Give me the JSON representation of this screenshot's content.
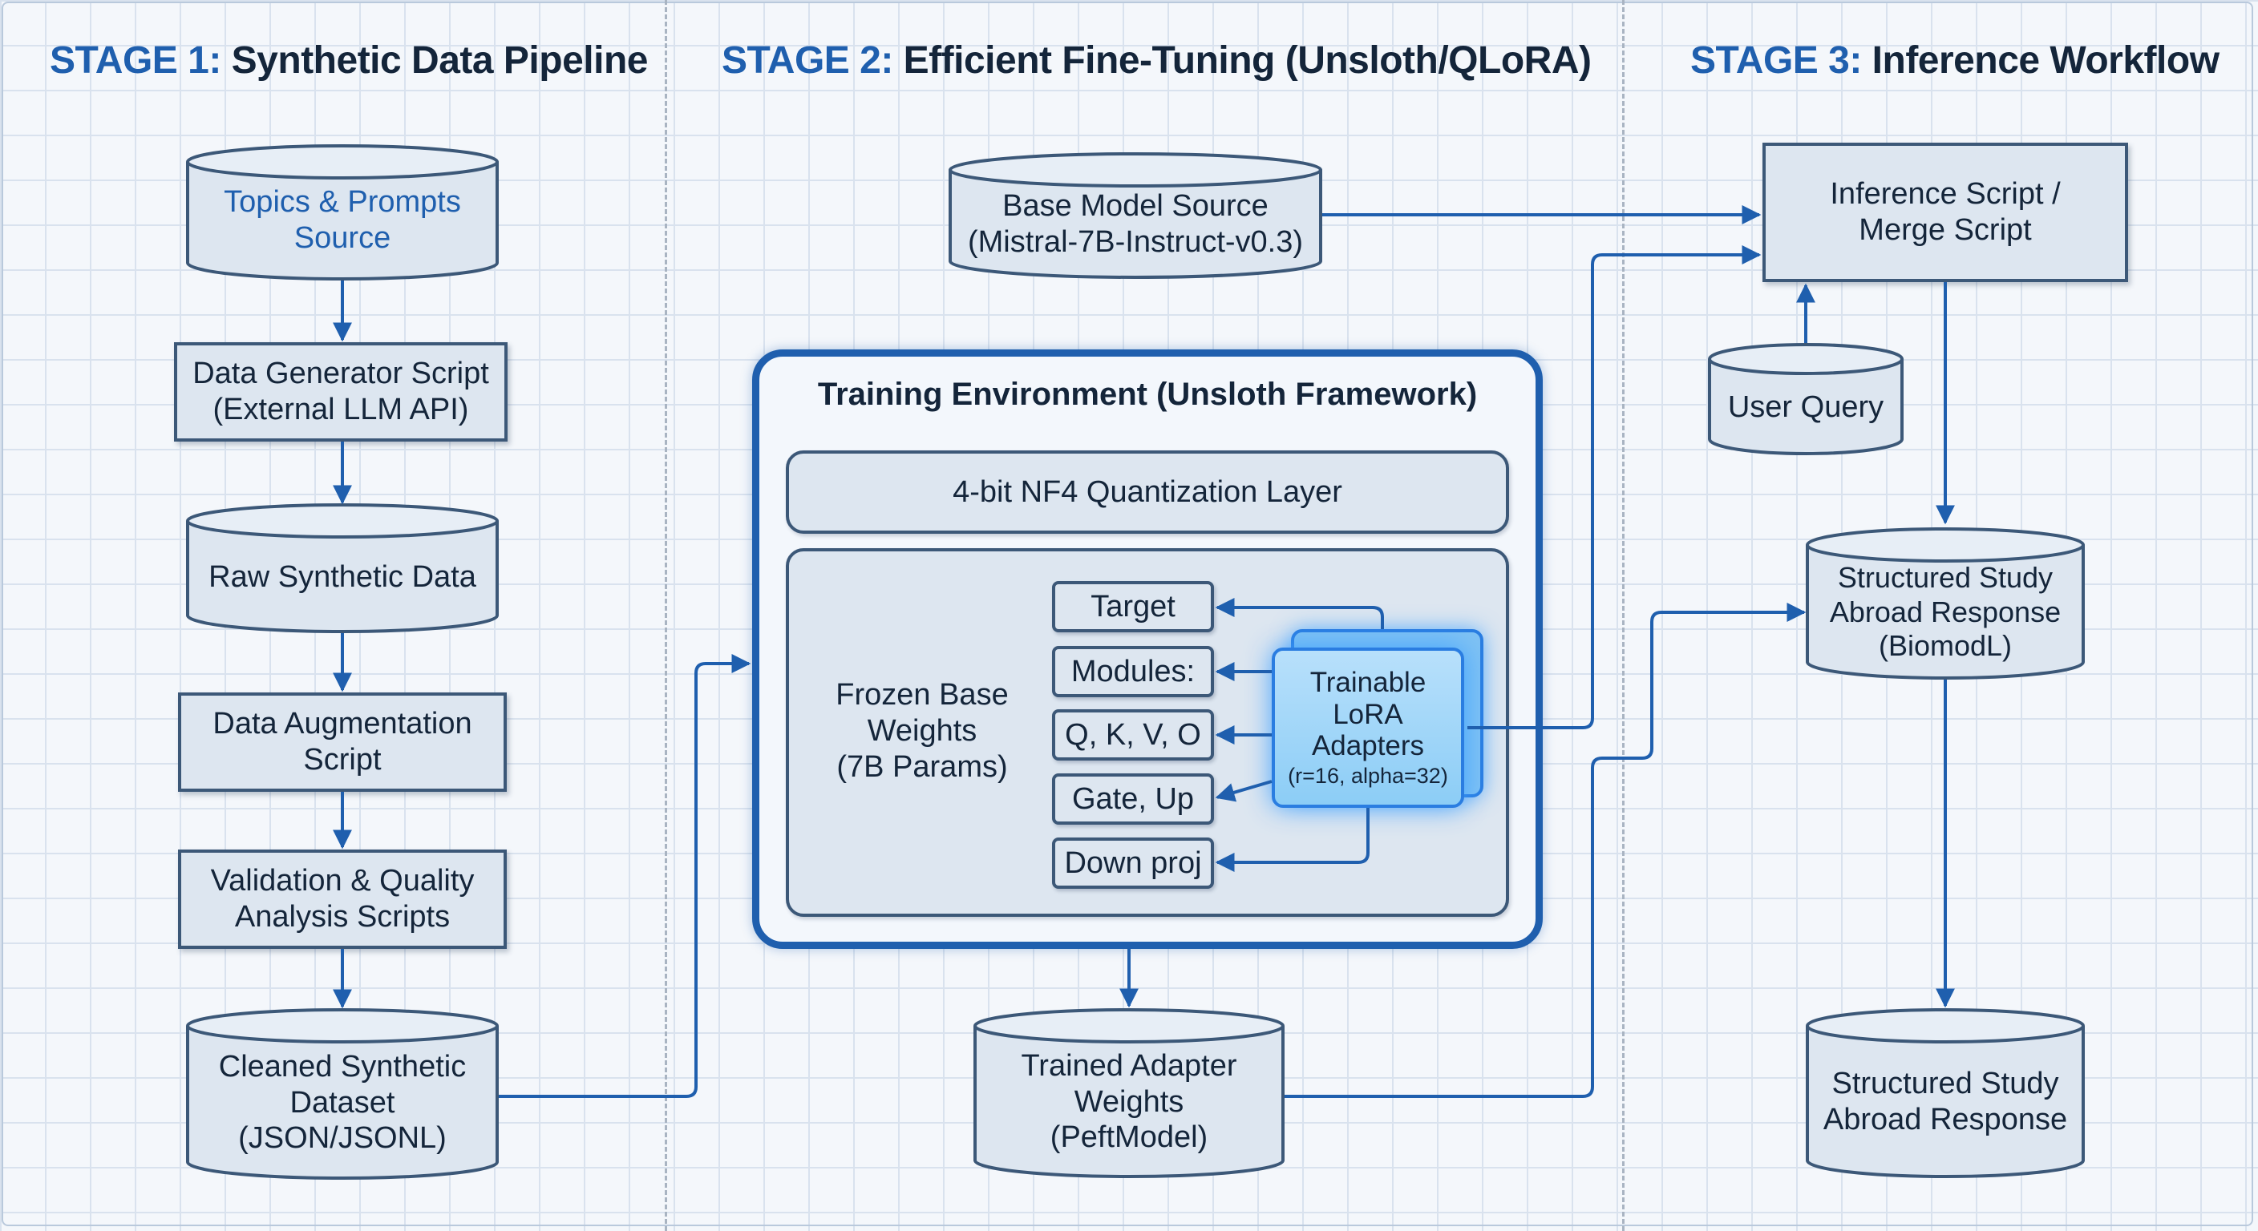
{
  "stages": [
    {
      "number": "STAGE 1:",
      "title": "Synthetic Data Pipeline"
    },
    {
      "number": "STAGE 2:",
      "title": "Efficient Fine-Tuning (Unsloth/QLoRA)"
    },
    {
      "number": "STAGE 3:",
      "title": "Inference Workflow"
    }
  ],
  "stage1": {
    "topics": "Topics & Prompts\nSource",
    "generator": "Data Generator Script\n(External LLM API)",
    "raw": "Raw Synthetic Data",
    "augmentation": "Data Augmentation\nScript",
    "validation": "Validation & Quality\nAnalysis Scripts",
    "cleaned": "Cleaned Synthetic\nDataset\n(JSON/JSONL)"
  },
  "stage2": {
    "base_model": "Base Model Source\n(Mistral-7B-Instruct-v0.3)",
    "training_title": "Training Environment (Unsloth Framework)",
    "quantization": "4-bit NF4 Quantization Layer",
    "frozen": "Frozen Base\nWeights\n(7B Params)",
    "modules": [
      "Target",
      "Modules:",
      "Q, K, V, O",
      "Gate, Up",
      "Down proj"
    ],
    "lora_title": "Trainable\nLoRA\nAdapters",
    "lora_params": "(r=16, alpha=32)",
    "trained": "Trained Adapter\nWeights\n(PeftModel)"
  },
  "stage3": {
    "inference": "Inference Script /\nMerge Script",
    "user_query": "User Query",
    "structured_biomodl": "Structured Study\nAbroad Response\n(BiomodL)",
    "structured": "Structured Study\nAbroad Response"
  },
  "colors": {
    "accent": "#1f5fae",
    "border": "#3c5878",
    "box_fill": "#dde6f0",
    "lora_glow": "#7fc2f4"
  }
}
